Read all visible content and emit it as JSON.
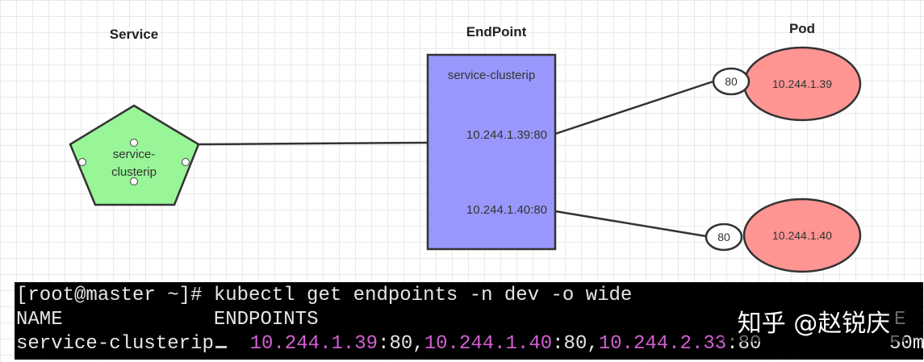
{
  "diagram": {
    "service": {
      "header": "Service",
      "label_line1": "service-",
      "label_line2": "clusterip",
      "fill": "#98f598"
    },
    "endpoint": {
      "header": "EndPoint",
      "label": "service-clusterip",
      "entries": [
        "10.244.1.39:80",
        "10.244.1.40:80"
      ],
      "fill": "#9898fc"
    },
    "pod": {
      "header": "Pod",
      "pods": [
        {
          "port": "80",
          "ip": "10.244.1.39"
        },
        {
          "port": "80",
          "ip": "10.244.1.40"
        }
      ],
      "fill": "#ff9593"
    }
  },
  "terminal": {
    "command": "[root@master ~]# kubectl get endpoints -n dev -o wide",
    "header_name": "NAME",
    "header_endpoints": "ENDPOINTS",
    "header_age_fragment": "E",
    "row": {
      "name": "service-clusterip",
      "ep1_ip": "10.244.1.39",
      "ep1_port": ":80,",
      "ep2_ip": "10.244.1.40",
      "ep2_port": ":80,",
      "ep3_ip": "10.244.2.33",
      "ep3_port": ":80",
      "age": "50m"
    },
    "ip_color": "#d35fd3"
  },
  "watermark": "知乎 @赵锐庆"
}
